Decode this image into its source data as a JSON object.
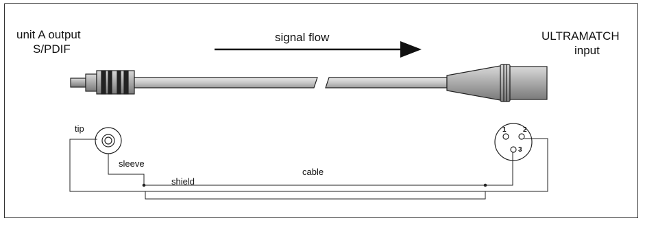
{
  "left_label": {
    "line1": "unit A output",
    "line2": "S/PDIF"
  },
  "right_label": {
    "line1": "ULTRAMATCH",
    "line2": "input"
  },
  "flow_label": "signal flow",
  "rca_labels": {
    "tip": "tip",
    "sleeve": "sleeve"
  },
  "wiring_labels": {
    "shield": "shield",
    "cable": "cable"
  },
  "xlr_pins": [
    "1",
    "2",
    "3"
  ]
}
